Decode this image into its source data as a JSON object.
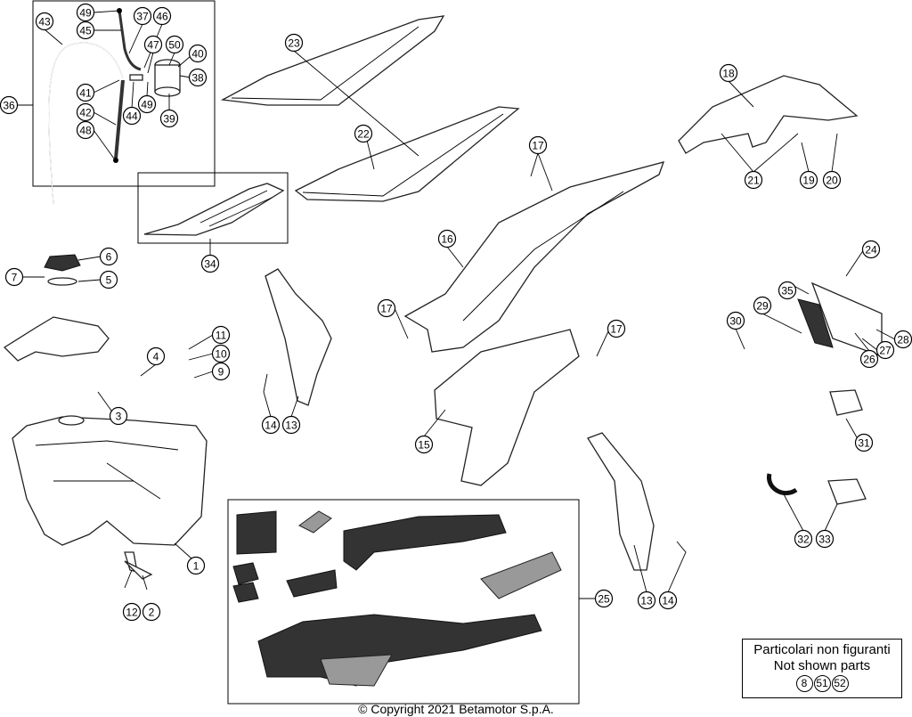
{
  "callouts": [
    "49",
    "45",
    "37",
    "46",
    "47",
    "50",
    "40",
    "38",
    "43",
    "41",
    "44",
    "49",
    "39",
    "42",
    "48",
    "36",
    "23",
    "22",
    "34",
    "6",
    "7",
    "5",
    "3",
    "4",
    "11",
    "10",
    "9",
    "1",
    "12",
    "2",
    "14",
    "13",
    "16",
    "17",
    "17",
    "17",
    "15",
    "18",
    "21",
    "19",
    "20",
    "24",
    "35",
    "29",
    "30",
    "28",
    "27",
    "26",
    "31",
    "32",
    "33",
    "25",
    "13",
    "14"
  ],
  "not_shown": {
    "line1": "Particolari non figuranti",
    "line2": "Not shown parts",
    "parts": [
      "8",
      "51",
      "52"
    ]
  },
  "copyright": "© Copyright 2021 Betamotor S.p.A."
}
